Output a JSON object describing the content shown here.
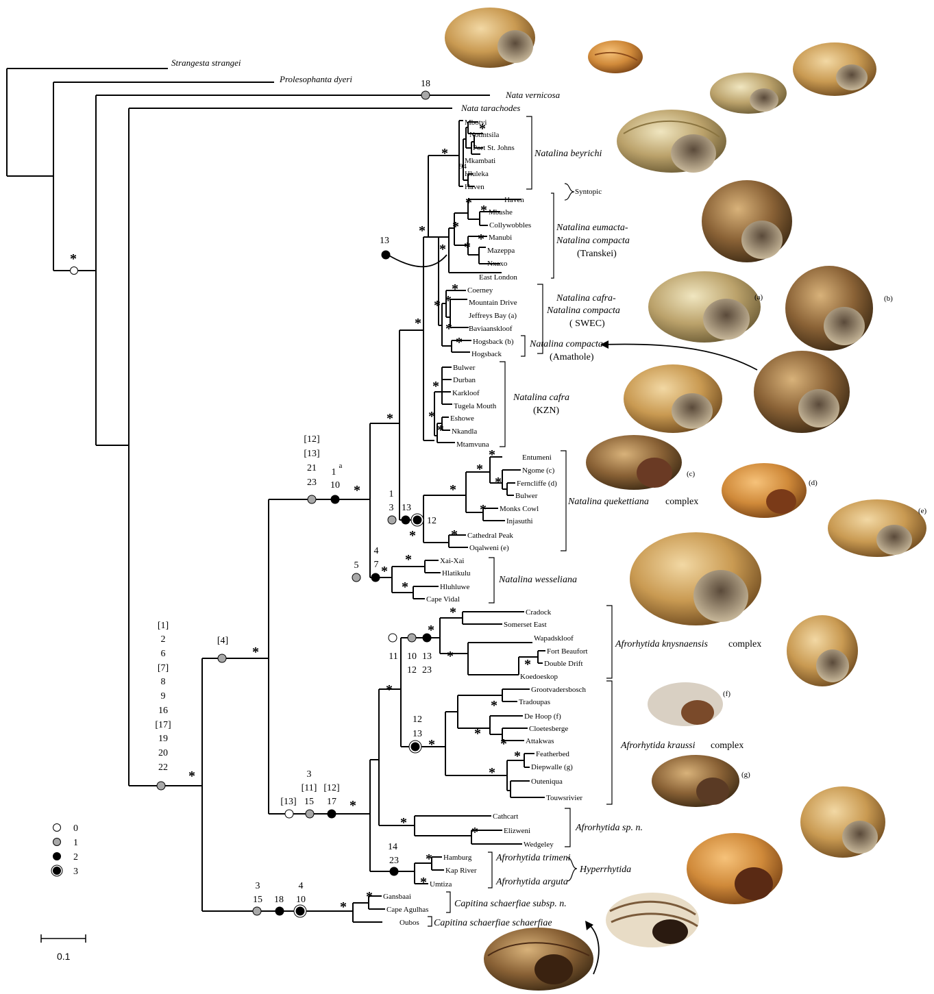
{
  "tree": {
    "outgroups": {
      "strangesta": "Strangesta strangei",
      "prolesophanta": "Prolesophanta dyeri",
      "nata_vernicosa": "Nata vernicosa",
      "nata_tarachodes": "Nata tarachodes"
    },
    "taxa": {
      "mbotyi": "Mbotyi",
      "notintsila": "Notintsila",
      "port_st_johns": "Port St. Johns",
      "mkambati": "Mkambati",
      "hluleka": "Hluleka",
      "haven1": "Haven",
      "haven2": "Haven",
      "mbashe": "Mbashe",
      "collywobbles": "Collywobbles",
      "manubi": "Manubi",
      "mazeppa": "Mazeppa",
      "nxaxo": "Nxaxo",
      "east_london": "East London",
      "coerney": "Coerney",
      "mountain_drive": "Mountain Drive",
      "jeffreys_bay": "Jeffreys Bay (a)",
      "baviaanskloof": "Baviaanskloof",
      "hogsback_b": "Hogsback (b)",
      "hogsback": "Hogsback",
      "bulwer": "Bulwer",
      "durban": "Durban",
      "karkloof": "Karkloof",
      "tugela_mouth": "Tugela Mouth",
      "eshowe": "Eshowe",
      "nkandla": "Nkandla",
      "mtamvuna": "Mtamvuna",
      "entumeni": "Entumeni",
      "ngome": "Ngome (c)",
      "ferncliffe": "Ferncliffe (d)",
      "bulwer2": "Bulwer",
      "monks_cowl": "Monks Cowl",
      "injasuthi": "Injasuthi",
      "cathedral_peak": "Cathedral Peak",
      "oqalweni": "Oqalweni (e)",
      "xai_xai": "Xai-Xai",
      "hlatikulu": "Hlatikulu",
      "hluhluwe": "Hluhluwe",
      "cape_vidal": "Cape Vidal",
      "cradock": "Cradock",
      "somerset_east": "Somerset East",
      "wapadskloof": "Wapadskloof",
      "fort_beaufort": "Fort Beaufort",
      "double_drift": "Double Drift",
      "koedoeskop": "Koedoeskop",
      "grootvadersbosch": "Grootvadersbosch",
      "tradoupas": "Tradoupas",
      "de_hoop": "De Hoop (f)",
      "cloetesberge": "Cloetesberge",
      "attakwas": "Attakwas",
      "featherbed": "Featherbed",
      "diepwalle": "Diepwalle (g)",
      "outeniqua": "Outeniqua",
      "touwsrivier": "Touwsrivier",
      "cathcart": "Cathcart",
      "elizweni": "Elizweni",
      "wedgeley": "Wedgeley",
      "hamburg": "Hamburg",
      "kap_river": "Kap River",
      "umtiza": "Umtiza",
      "gansbaai": "Gansbaai",
      "cape_agulhas": "Cape Agulhas",
      "oubos": "Oubos"
    },
    "clades": {
      "beyrichi": "Natalina beyrichi",
      "syntopic": "Syntopic",
      "eumacta_1": "Natalina eumacta-",
      "eumacta_2": "Natalina compacta",
      "eumacta_3": "(Transkei)",
      "cafra_swec_1": "Natalina cafra-",
      "cafra_swec_2": "Natalina compacta",
      "cafra_swec_3": "( SWEC)",
      "compacta_1": "Natalina compacta",
      "compacta_2": "(Amathole)",
      "cafra_kzn_1": "Natalina cafra",
      "cafra_kzn_2": "(KZN)",
      "quekettiana_1": "Natalina quekettiana",
      "quekettiana_2": "complex",
      "wesseliana": "Natalina wesseliana",
      "knysnaensis_1": "Afrorhytida knysnaensis",
      "knysnaensis_2": "complex",
      "kraussi_1": "Afrorhytida kraussi",
      "kraussi_2": "complex",
      "sp_n": "Afrorhytida sp. n.",
      "trimeni": "Afrorhytida trimeni",
      "arguta": "Afrorhytida arguta",
      "hyperrhytida": "Hyperrhytida",
      "schaerfiae_subsp": "Capitina schaerfiae subsp. n.",
      "schaerfiae_schaerfiae": "Capitina schaerfiae schaerfiae"
    },
    "support_symbol": "*",
    "support_value_94": "94"
  },
  "characters": {
    "nata_vernicosa": "18",
    "tarachodes_stem": [
      "[1]",
      "2",
      "6",
      "[7]",
      "8",
      "9",
      "16",
      "[17]",
      "19",
      "20",
      "22"
    ],
    "node_4": "[4]",
    "natalina_stem": [
      "[12]",
      "[13]",
      "21",
      "23"
    ],
    "natalina_stem_b1": "1",
    "natalina_stem_b1_sup": "a",
    "natalina_stem_b2": "10",
    "quek_a": [
      "1",
      "3"
    ],
    "quek_b": "13",
    "quek_c": "12",
    "eumacta_13": "13",
    "wesseliana_5": "5",
    "wesseliana_47": [
      "4",
      "7"
    ],
    "afro_stem": [
      "[13]",
      "3",
      "[11]",
      "15",
      "[12]",
      "17"
    ],
    "knysna_a": "11",
    "knysna_b": [
      "10",
      "12"
    ],
    "knysna_c": [
      "13",
      "23"
    ],
    "kraussi_a": [
      "12",
      "13"
    ],
    "hyper": [
      "14",
      "23"
    ],
    "capitina_a": [
      "3",
      "15"
    ],
    "capitina_b": "18",
    "capitina_c": [
      "4",
      "10"
    ]
  },
  "shell_labels": {
    "a": "(a)",
    "b": "(b)",
    "c": "(c)",
    "d": "(d)",
    "e": "(e)",
    "f": "(f)",
    "g": "(g)"
  },
  "legend": {
    "items": [
      "0",
      "1",
      "2",
      "3"
    ]
  },
  "scale_bar": {
    "label": "0.1"
  }
}
